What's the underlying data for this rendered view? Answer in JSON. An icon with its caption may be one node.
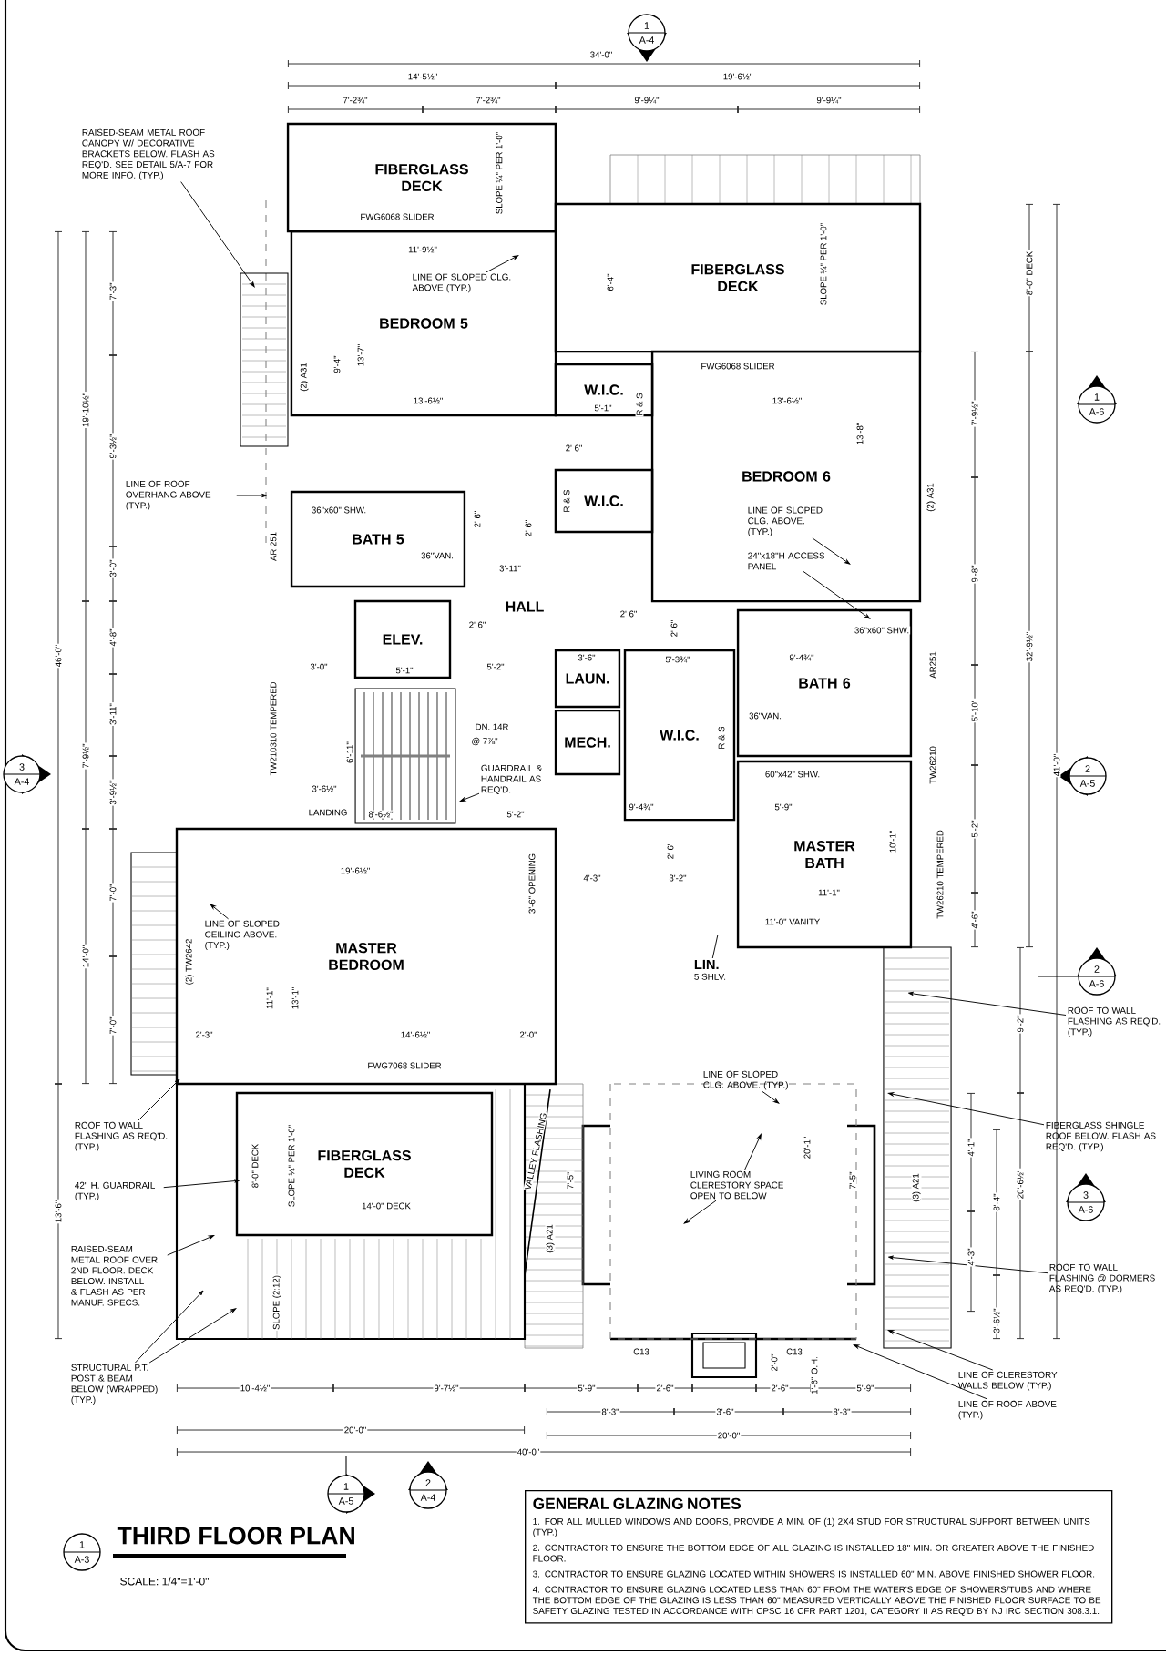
{
  "diagram": {
    "title": "THIRD FLOOR PLAN",
    "nodes": [
      {
        "text": [
          "FIBERGLASS DECK"
        ]
      },
      {
        "text": [
          "FIBERGLASS DECK"
        ]
      },
      {
        "text": [
          "BEDROOM 5"
        ]
      },
      {
        "text": [
          "W.I.C."
        ]
      },
      {
        "text": [
          "BEDROOM 6"
        ]
      },
      {
        "text": [
          "BATH 5"
        ]
      },
      {
        "text": [
          "W.I.C."
        ]
      },
      {
        "text": [
          "ELEV."
        ]
      },
      {
        "text": [
          "LAUN."
        ]
      },
      {
        "text": [
          "MECH."
        ]
      },
      {
        "text": [
          "W.I.C."
        ]
      },
      {
        "text": [
          "BATH 6"
        ]
      },
      {
        "text": [
          "MASTER BATH"
        ]
      },
      {
        "text": [
          "MASTER BEDROOM"
        ]
      },
      {
        "text": [
          "LIN.",
          "5 SHLV."
        ]
      },
      {
        "text": [
          "FIBERGLASS DECK"
        ]
      },
      {
        "text": [
          "GENERAL GLAZING NOTES",
          "1. FOR ALL MULLED WINDOWS AND DOORS, PROVIDE A MIN. OF (1) 2X4 STUD FOR STRUCTURAL SUPPORT BETWEEN UNITS (TYP.)",
          "2. CONTRACTOR TO ENSURE THE BOTTOM EDGE OF ALL GLAZING IS INSTALLED 18\" MIN. OR GREATER ABOVE THE FINISHED FLOOR.",
          "3. CONTRACTOR TO ENSURE GLAZING LOCATED WITHIN SHOWERS IS INSTALLED 60\" MIN. ABOVE FINISHED SHOWER FLOOR.",
          "4. CONTRACTOR TO ENSURE GLAZING LOCATED LESS THAN 60\" FROM THE WATER'S EDGE OF SHOWERS/TUBS AND WHERE THE BOTTOM EDGE OF THE GLAZING IS LESS THAN 60\" MEASURED VERTICALLY ABOVE THE FINISHED FLOOR SURFACE TO BE SAFETY GLAZING TESTED IN ACCORDANCE WITH CPSC 16 CFR PART 1201, CATEGORY II AS REQ'D BY NJ IRC SECTION 308.3.1."
        ]
      },
      {
        "text": [
          "1",
          "A-4"
        ]
      },
      {
        "text": [
          "1",
          "A-6"
        ]
      },
      {
        "text": [
          "3",
          "A-4"
        ]
      },
      {
        "text": [
          "2",
          "A-5"
        ]
      },
      {
        "text": [
          "2",
          "A-6"
        ]
      },
      {
        "text": [
          "3",
          "A-6"
        ]
      },
      {
        "text": [
          "1",
          "A-5"
        ]
      },
      {
        "text": [
          "2",
          "A-4"
        ]
      },
      {
        "text": [
          "1",
          "A-3"
        ]
      },
      {
        "text": [
          "RAISED-SEAM METAL ROOF CANOPY W/ DECORATIVE BRACKETS BELOW. FLASH AS REQ'D. SEE DETAIL 5/A-7 FOR MORE INFO. (TYP.)"
        ]
      },
      {
        "text": [
          "LINE OF SLOPED CLG. ABOVE (TYP.)"
        ],
        "in": 2
      },
      {
        "text": [
          "LINE OF ROOF OVERHANG ABOVE (TYP.)"
        ]
      },
      {
        "text": [
          "LINE OF SLOPED CLG. ABOVE. (TYP.)"
        ],
        "in": 4
      },
      {
        "text": [
          "24\"x18\"H ACCESS PANEL"
        ],
        "in": 4
      },
      {
        "text": [
          "GUARDRAIL & HANDRAIL AS REQ'D."
        ]
      },
      {
        "text": [
          "LINE OF SLOPED CEILING ABOVE. (TYP.)"
        ],
        "in": 13
      },
      {
        "text": [
          "ROOF TO WALL FLASHING AS REQ'D. (TYP.)"
        ]
      },
      {
        "text": [
          "LINE OF SLOPED CLG. ABOVE. (TYP.)"
        ]
      },
      {
        "text": [
          "FIBERGLASS SHINGLE ROOF BELOW. FLASH AS REQ'D. (TYP.)"
        ]
      },
      {
        "text": [
          "ROOF TO WALL FLASHING AS REQ'D. (TYP.)"
        ]
      },
      {
        "text": [
          "42\" H. GUARDRAIL (TYP.)"
        ]
      },
      {
        "text": [
          "LIVING ROOM CLERESTORY SPACE OPEN TO BELOW"
        ]
      },
      {
        "text": [
          "RAISED-SEAM METAL ROOF OVER 2ND FLOOR. DECK BELOW. INSTALL & FLASH AS PER MANUF. SPECS."
        ]
      },
      {
        "text": [
          "ROOF TO WALL FLASHING @ DORMERS AS REQ'D. (TYP.)"
        ]
      },
      {
        "text": [
          "STRUCTURAL P.T. POST & BEAM BELOW (WRAPPED) (TYP.)"
        ]
      },
      {
        "text": [
          "LINE OF CLERESTORY WALLS BELOW (TYP.)"
        ]
      },
      {
        "text": [
          "LINE OF ROOF ABOVE (TYP.)"
        ]
      },
      {
        "text": [],
        "shape": "stairs"
      },
      {
        "text": [],
        "shape": "roof"
      },
      {
        "text": [],
        "shape": "canopy"
      }
    ],
    "edges": [
      {
        "from": 26,
        "to": 46,
        "arrow": "to"
      },
      {
        "from": 27,
        "to": 2,
        "arrow": "to"
      },
      {
        "from": 28,
        "to": null,
        "arrow": "to"
      },
      {
        "from": 29,
        "to": 4,
        "arrow": "to"
      },
      {
        "from": 30,
        "to": 11,
        "arrow": "to"
      },
      {
        "from": 31,
        "to": 44,
        "arrow": "to"
      },
      {
        "from": 32,
        "to": 13,
        "arrow": "to"
      },
      {
        "from": 33,
        "to": 45,
        "arrow": "to"
      },
      {
        "from": 34,
        "to": null,
        "arrow": "to"
      },
      {
        "from": 35,
        "to": 45,
        "arrow": "to"
      },
      {
        "from": 36,
        "to": 13,
        "arrow": "to"
      },
      {
        "from": 37,
        "to": 15,
        "arrow": "to"
      },
      {
        "from": 38,
        "to": null,
        "arrow": "to"
      },
      {
        "from": 38,
        "to": null,
        "arrow": "to"
      },
      {
        "from": 39,
        "to": null,
        "arrow": "to"
      },
      {
        "from": 40,
        "to": 45,
        "arrow": "to"
      },
      {
        "from": 41,
        "to": null,
        "arrow": "to"
      },
      {
        "from": 41,
        "to": null,
        "arrow": "to"
      },
      {
        "from": 42,
        "to": 45,
        "arrow": "to"
      },
      {
        "from": 43,
        "to": null,
        "arrow": "to"
      },
      {
        "from": 14,
        "to": null,
        "arrow": "none"
      }
    ],
    "labels": [
      "34'-0\"",
      "14'-5½\"",
      "19'-6½\"",
      "7'-2¾\"",
      "7'-2¾\"",
      "9'-9¼\"",
      "9'-9¼\"",
      "SLOPE ¼\" PER 1'-0\"",
      "FWG6068 SLIDER",
      "11'-9½\"",
      "9'-4\"",
      "13'-7\"",
      "13'-6½\"",
      "(2) A31",
      "6'-4\"",
      "SLOPE ¼\" PER 1'-0\"",
      "8'-0\" DECK",
      "FWG6068 SLIDER",
      "13'-6½\"",
      "7'-9½\"",
      "(2) A31",
      "13'-8\"",
      "19'-10½\"",
      "7'-3\"",
      "9'-3½\"",
      "3'-0\"",
      "4'-8\"",
      "3'-11\"",
      "7'-9½\"",
      "3'-9½\"",
      "46'-0\"",
      "14'-0\"",
      "7'-0\"",
      "7'-0\"",
      "13'-6\"",
      "36\"x60\" SHW.",
      "36\"VAN.",
      "3'-11\"",
      "AR 251",
      "2' 6\"",
      "2' 6\"",
      "2' 6\"",
      "3'-0\"",
      "5'-1\"",
      "5'-2\"",
      "TW210310 TEMPERED",
      "DN. 14R",
      "@ 7⅞\"",
      "LANDING",
      "3'-6½\"",
      "8'-6½\"",
      "6'-11\"",
      "5'-2\"",
      "19'-6½\"",
      "11'-1\"",
      "13'-1\"",
      "(2) TW2642",
      "2'-3\"",
      "14'-6½\"",
      "2'-0\"",
      "FWG7068 SLIDER",
      "3'-6\" OPENING",
      "2' 6\"",
      "2' 6\"",
      "2' 6\"",
      "R & S",
      "R & S",
      "R & S",
      "5'-1\"",
      "3'-6\"",
      "5'-3¾\"",
      "9'-4¾\"",
      "36\"x60\" SHW.",
      "36\"VAN.",
      "60\"x42\" SHW.",
      "9'-4¾\"",
      "5'-9\"",
      "2' 6\"",
      "4'-3\"",
      "3'-2\"",
      "11'-1\"",
      "11'-0\" VANITY",
      "10'-1\"",
      "AR251",
      "TW26210",
      "TW26210 TEMPERED",
      "9'-8\"",
      "32'-9½\"",
      "5'-10\"",
      "5'-2\"",
      "41'-0\"",
      "4'-6\"",
      "9'-2\"",
      "20'-1\"",
      "20'-6½\"",
      "4'-1\"",
      "8'-4\"",
      "4'-3\"",
      "3'-6½\"",
      "7'-5\"",
      "7'-5\"",
      "(3) A21",
      "(3) A21",
      "VALLEY FLASHING",
      "8'-0\" DECK",
      "SLOPE ¼\" PER 1'-0\"",
      "14'-0\" DECK",
      "SLOPE (2:12)",
      "C13",
      "C13",
      "2'-0\"",
      "1'-6\" O.H.",
      "10'-4½\"",
      "9'-7½\"",
      "5'-9\"",
      "2'-6\"",
      "2'-6\"",
      "5'-9\"",
      "8'-3\"",
      "3'-6\"",
      "8'-3\"",
      "20'-0\"",
      "20'-0\"",
      "40'-0\"",
      "SCALE: 1/4\"=1'-0\"",
      "HALL"
    ]
  }
}
